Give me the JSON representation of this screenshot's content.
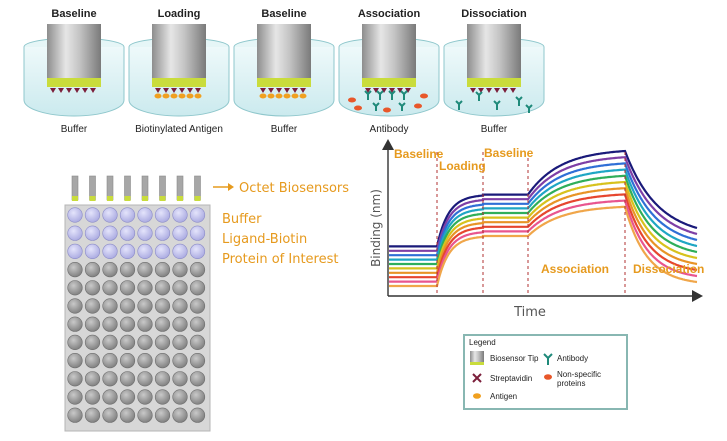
{
  "steps": [
    {
      "title": "Baseline",
      "sub": "Buffer"
    },
    {
      "title": "Loading",
      "sub": "Biotinylated Antigen"
    },
    {
      "title": "Baseline",
      "sub": "Buffer"
    },
    {
      "title": "Association",
      "sub": "Antibody"
    },
    {
      "title": "Dissociation",
      "sub": "Buffer"
    }
  ],
  "plate": {
    "biosensors_label": "Octet Biosensors",
    "row_labels": [
      "Buffer",
      "Ligand-Biotin",
      "Protein of Interest"
    ],
    "rows": 12,
    "cols": 8,
    "highlight_rows": 3
  },
  "sensorgram": {
    "ylabel": "Binding (nm)",
    "xlabel": "Time",
    "phases": [
      "Baseline",
      "Loading",
      "Baseline",
      "Association",
      "Dissociation"
    ],
    "series_colors": [
      "#1a1a7a",
      "#7e3fa6",
      "#2f6fd6",
      "#1fa6c4",
      "#2fae5a",
      "#d7c21d",
      "#e89426",
      "#e6462f",
      "#e8558f",
      "#f0a64a"
    ]
  },
  "legend": {
    "title": "Legend",
    "items": [
      {
        "label": "Biosensor Tip",
        "icon": "biosensor-tip-icon"
      },
      {
        "label": "Antibody",
        "icon": "antibody-icon"
      },
      {
        "label": "Streptavidin",
        "icon": "streptavidin-icon"
      },
      {
        "label": "Non-specific",
        "label2": "proteins",
        "icon": "non-specific-protein-icon"
      },
      {
        "label": "Antigen",
        "icon": "antigen-icon"
      }
    ]
  },
  "colors": {
    "orange": "#e69a1e",
    "well_blue": "#c8c8f0",
    "well_gray": "#9a9a9a",
    "dish": "#d8f0f2",
    "tip_band": "#c9dc3c"
  }
}
